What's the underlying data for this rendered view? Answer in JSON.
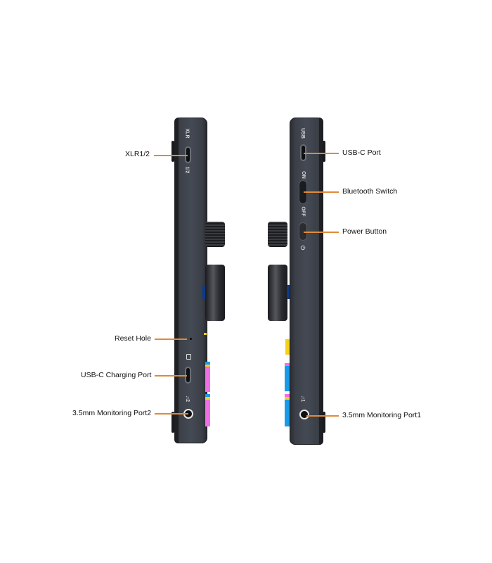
{
  "left_device": {
    "labels": {
      "xlr": "XLR1/2",
      "reset": "Reset Hole",
      "usbc_charging": "USB-C Charging Port",
      "monitor2": "3.5mm Monitoring Port2"
    },
    "engraving": {
      "top": "XLR",
      "port": "1/2",
      "jack": "♫2"
    }
  },
  "right_device": {
    "labels": {
      "usbc": "USB-C Port",
      "bluetooth": "Bluetooth Switch",
      "power": "Power Button",
      "monitor1": "3.5mm Monitoring Port1"
    },
    "engraving": {
      "top": "USB",
      "on": "ON",
      "off": "OFF",
      "power_symbol": "⏻",
      "jack": "♫1"
    }
  },
  "colors": {
    "leader_line": "#e08a3a",
    "body": "#3c4048",
    "magenta": "#f06ee6",
    "cyan": "#1a9be8",
    "yellow": "#f5d21a"
  }
}
